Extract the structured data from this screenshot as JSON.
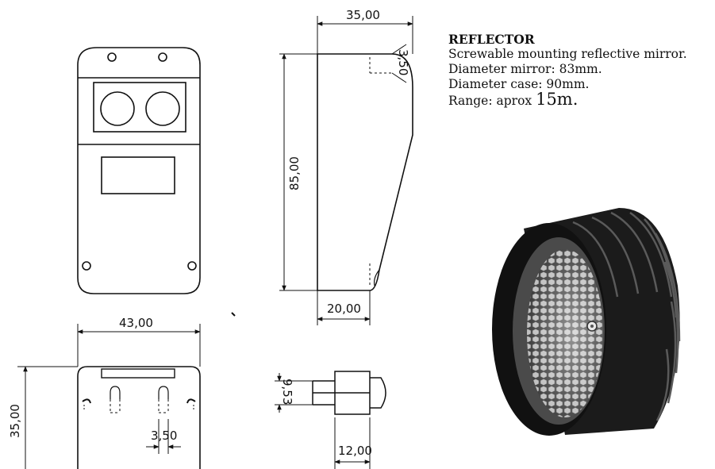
{
  "dimensions": {
    "top_width": "35,00",
    "top_offset": "3,50",
    "height": "85,00",
    "bottom_width": "20,00",
    "front_width": "43,00",
    "bottom_height": "35,00",
    "hole_spacing": "3,50",
    "lens_height": "9,53",
    "lens_length": "12,00"
  },
  "info": {
    "title": "REFLECTOR",
    "line1": "Screwable mounting reflective mirror.",
    "line2": "Diameter mirror: 83mm.",
    "line3": "Diameter case: 90mm.",
    "line4_prefix": "Range: aprox ",
    "line4_value": "15m."
  }
}
